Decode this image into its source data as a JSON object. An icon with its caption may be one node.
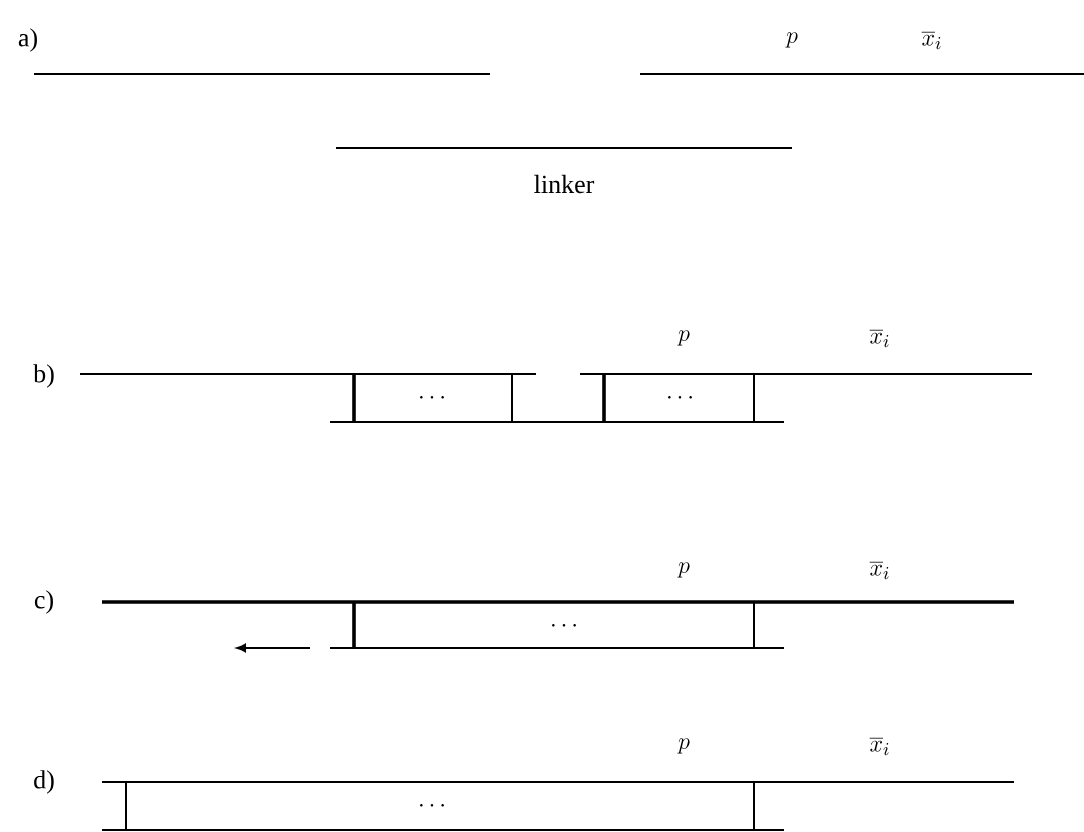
{
  "diagram": {
    "labels": [
      "a)",
      "p",
      "\\overline{x}_i",
      "linker",
      "b)",
      "p",
      "\\overline{x}_i",
      "\\cdots",
      "\\cdots",
      "c)",
      "p",
      "\\overline{x}_i",
      "\\cdots",
      "d)",
      "p",
      "\\overline{x}_i",
      "\\cdots"
    ]
  }
}
